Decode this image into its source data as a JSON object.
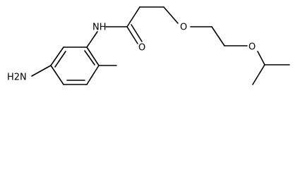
{
  "molecule": {
    "atoms": {
      "amide_n": "NH",
      "carbonyl_o": "O",
      "ether_o1": "O",
      "ether_o2": "O",
      "amine_n": "H2N"
    }
  }
}
